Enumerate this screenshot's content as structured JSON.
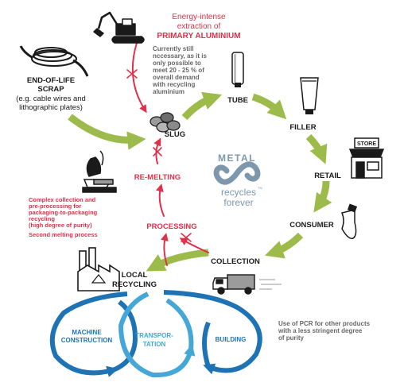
{
  "diagram": {
    "primary": {
      "line1": "Energy-intense",
      "line2": "extraction of",
      "line3": "PRIMARY ALUMINIUM"
    },
    "primary_note": {
      "line1": "Currently still",
      "line2": "nccessary, as it is",
      "line3": "only possible to",
      "line4": "meet 20 - 25 % of",
      "line5": "overall demand",
      "line6": "with recycling",
      "line7": "aluminium"
    },
    "eol": {
      "line1": "END-OF-LIFE",
      "line2": "SCRAP",
      "line3": "(e.g. cable wires and",
      "line4": "lithographic plates)"
    },
    "nodes": {
      "tube": "TUBE",
      "filler": "FILLER",
      "retail": "RETAIL",
      "consumer": "CONSUMER",
      "collection": "COLLECTION",
      "slug": "SLUG",
      "remelting": "RE-MELTING",
      "processing": "PROCESSING",
      "local1": "LOCAL",
      "local2": "RECYCLING"
    },
    "store_sign": "STORE",
    "logo": {
      "top": "METAL",
      "mid": "recycles",
      "bottom": "forever",
      "tm": "TM"
    },
    "complex_note": {
      "line1": "Complex collection and",
      "line2": "pre-processing for",
      "line3": "packaging-to-packaging",
      "line4": "recycling",
      "line5": "(high degree of purity)",
      "line6": "Second melting process"
    },
    "bottom_cycles": {
      "machine1": "MACHINE",
      "machine2": "CONSTRUCTION",
      "transport1": "TRANSPOR-",
      "transport2": "TATION",
      "building": "BUILDING"
    },
    "pcr_note": {
      "line1": "Use of PCR for other products",
      "line2": "with a less stringent degree",
      "line3": "of purity"
    },
    "colors": {
      "green": "#9dbb4a",
      "red": "#e0314a",
      "dark": "#1a1a1a",
      "blue_dark": "#1e73b5",
      "blue_light": "#45a7d8",
      "grey": "#666666",
      "logo_blue": "#7d98ad"
    }
  }
}
